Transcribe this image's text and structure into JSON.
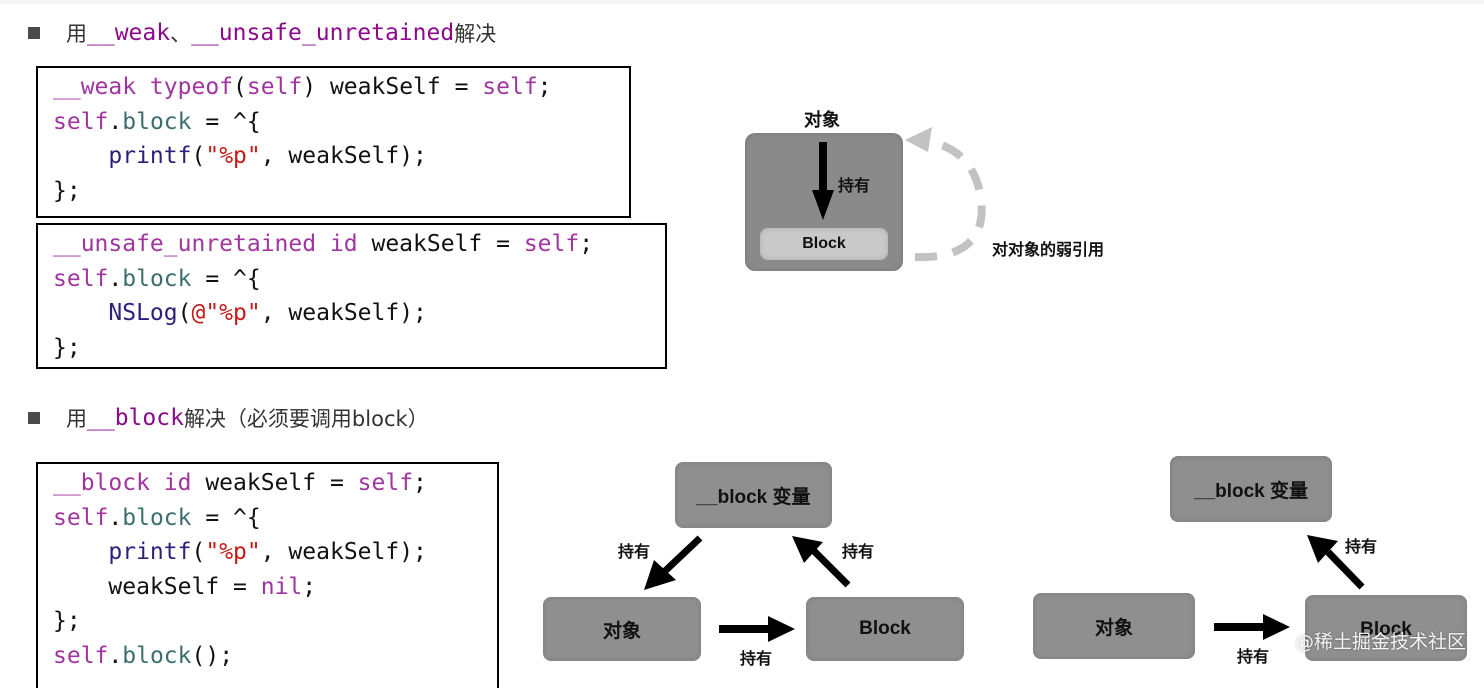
{
  "section1": {
    "prefix": "用",
    "kw1": "__weak",
    "sep": "、",
    "kw2": "__unsafe_unretained",
    "suffix": "解决"
  },
  "code1": {
    "lines": [
      [
        {
          "t": "__weak typeof",
          "c": "kw"
        },
        {
          "t": "(",
          "c": "plain"
        },
        {
          "t": "self",
          "c": "kw"
        },
        {
          "t": ") weakSelf = ",
          "c": "plain"
        },
        {
          "t": "self",
          "c": "kw"
        },
        {
          "t": ";",
          "c": "plain"
        }
      ],
      [
        {
          "t": "self",
          "c": "kw"
        },
        {
          "t": ".",
          "c": "plain"
        },
        {
          "t": "block",
          "c": "teal"
        },
        {
          "t": " = ^{",
          "c": "plain"
        }
      ],
      [
        {
          "t": "    printf",
          "c": "fn"
        },
        {
          "t": "(",
          "c": "plain"
        },
        {
          "t": "\"%p\"",
          "c": "str"
        },
        {
          "t": ", weakSelf);",
          "c": "plain"
        }
      ],
      [
        {
          "t": "};",
          "c": "plain"
        }
      ]
    ]
  },
  "code2": {
    "lines": [
      [
        {
          "t": "__unsafe_unretained id",
          "c": "kw"
        },
        {
          "t": " weakSelf = ",
          "c": "plain"
        },
        {
          "t": "self",
          "c": "kw"
        },
        {
          "t": ";",
          "c": "plain"
        }
      ],
      [
        {
          "t": "self",
          "c": "kw"
        },
        {
          "t": ".",
          "c": "plain"
        },
        {
          "t": "block",
          "c": "teal"
        },
        {
          "t": " = ^{",
          "c": "plain"
        }
      ],
      [
        {
          "t": "    NSLog",
          "c": "fn"
        },
        {
          "t": "(",
          "c": "plain"
        },
        {
          "t": "@\"%p\"",
          "c": "str"
        },
        {
          "t": ", weakSelf);",
          "c": "plain"
        }
      ],
      [
        {
          "t": "};",
          "c": "plain"
        }
      ]
    ]
  },
  "diagram1": {
    "object_label": "对象",
    "hold_label": "持有",
    "block_label": "Block",
    "weak_ref_label": "对对象的弱引用"
  },
  "section2": {
    "prefix": "用",
    "kw": "__block",
    "suffix": "解决（必须要调用block）"
  },
  "code3": {
    "lines": [
      [
        {
          "t": "__block id",
          "c": "kw"
        },
        {
          "t": " weakSelf = ",
          "c": "plain"
        },
        {
          "t": "self",
          "c": "kw"
        },
        {
          "t": ";",
          "c": "plain"
        }
      ],
      [
        {
          "t": "self",
          "c": "kw"
        },
        {
          "t": ".",
          "c": "plain"
        },
        {
          "t": "block",
          "c": "teal"
        },
        {
          "t": " = ^{",
          "c": "plain"
        }
      ],
      [
        {
          "t": "    printf",
          "c": "fn"
        },
        {
          "t": "(",
          "c": "plain"
        },
        {
          "t": "\"%p\"",
          "c": "str"
        },
        {
          "t": ", weakSelf);",
          "c": "plain"
        }
      ],
      [
        {
          "t": "    weakSelf = ",
          "c": "plain"
        },
        {
          "t": "nil",
          "c": "kw"
        },
        {
          "t": ";",
          "c": "plain"
        }
      ],
      [
        {
          "t": "};",
          "c": "plain"
        }
      ],
      [
        {
          "t": "self",
          "c": "kw"
        },
        {
          "t": ".",
          "c": "plain"
        },
        {
          "t": "block",
          "c": "teal"
        },
        {
          "t": "();",
          "c": "plain"
        }
      ]
    ]
  },
  "diagram2": {
    "block_var_label": "__block 变量",
    "object_label": "对象",
    "block_label": "Block",
    "hold_left": "持有",
    "hold_right": "持有",
    "hold_bottom": "持有"
  },
  "diagram3": {
    "block_var_label": "__block 变量",
    "object_label": "对象",
    "block_label": "Block",
    "hold_right": "持有",
    "hold_bottom": "持有"
  },
  "watermark": "@稀土掘金技术社区"
}
